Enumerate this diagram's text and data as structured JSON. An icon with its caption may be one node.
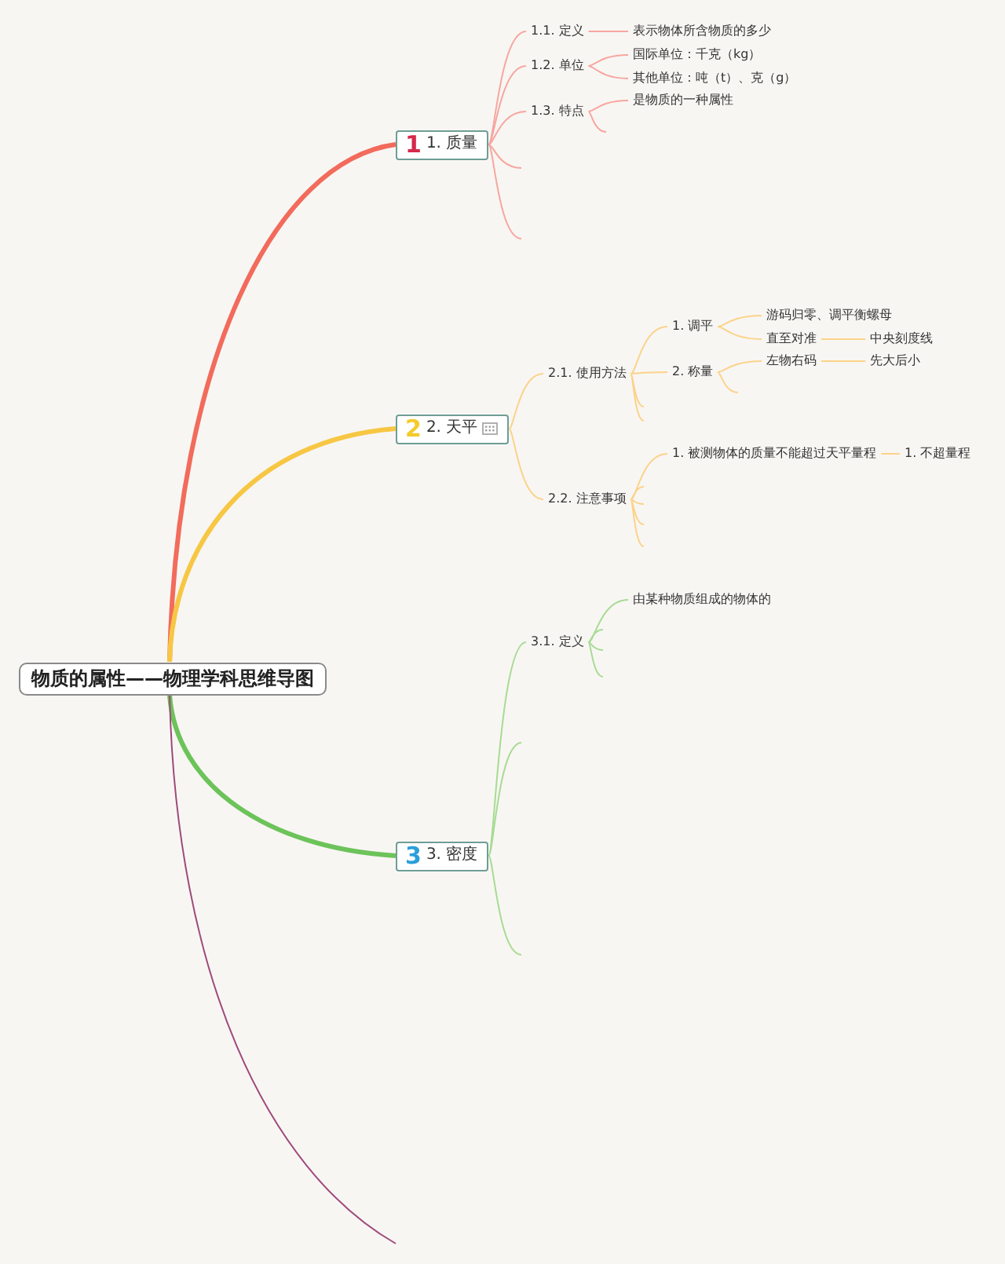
{
  "diagram": {
    "nodes": [
      {
        "text": [
          "物质的属性——物理学科思维导图"
        ]
      },
      {
        "text": [
          "1",
          "1. 质量"
        ]
      },
      {
        "text": [
          "1.1. 定义"
        ]
      },
      {
        "text": [
          "表示物体所含物质的多少"
        ]
      },
      {
        "text": [
          "1.2. 单位"
        ]
      },
      {
        "text": [
          "国际单位：千克（kg）"
        ]
      },
      {
        "text": [
          "其他单位：吨（t）、克（g）"
        ]
      },
      {
        "text": [
          "1.3. 特点"
        ]
      },
      {
        "text": [
          "是物质的一种属性"
        ]
      },
      {
        "text": [
          "2",
          "2. 天平"
        ]
      },
      {
        "text": [
          "2.1. 使用方法"
        ]
      },
      {
        "text": [
          "1. 调平"
        ]
      },
      {
        "text": [
          "游码归零、调平衡螺母"
        ]
      },
      {
        "text": [
          "直至对准"
        ]
      },
      {
        "text": [
          "中央刻度线"
        ]
      },
      {
        "text": [
          "2. 称量"
        ]
      },
      {
        "text": [
          "左物右码"
        ]
      },
      {
        "text": [
          "先大后小"
        ]
      },
      {
        "text": [
          "2.2. 注意事项"
        ]
      },
      {
        "text": [
          "1. 被测物体的质量不能超过天平量程"
        ]
      },
      {
        "text": [
          "1. 不超量程"
        ]
      },
      {
        "text": [
          "3",
          "3. 密度"
        ]
      },
      {
        "text": [
          "3.1. 定义"
        ]
      },
      {
        "text": [
          "由某种物质组成的物体的"
        ]
      }
    ],
    "edges": [
      {
        "from": 0,
        "to": 1,
        "arrow": "none",
        "style": "thick",
        "color": "#f26b5b"
      },
      {
        "from": 0,
        "to": 9,
        "arrow": "none",
        "style": "thick",
        "color": "#f7c744"
      },
      {
        "from": 0,
        "to": 21,
        "arrow": "none",
        "style": "thick",
        "color": "#6cc35a"
      },
      {
        "from": 0,
        "to": null,
        "arrow": "none",
        "color": "#9e4a7a"
      },
      {
        "from": 1,
        "to": 2,
        "arrow": "none",
        "color": "#f7a6a0"
      },
      {
        "from": 1,
        "to": 4,
        "arrow": "none",
        "color": "#f7a6a0"
      },
      {
        "from": 1,
        "to": 7,
        "arrow": "none",
        "color": "#f7a6a0"
      },
      {
        "from": 1,
        "to": null,
        "arrow": "none",
        "color": "#f7a6a0"
      },
      {
        "from": 1,
        "to": null,
        "arrow": "none",
        "color": "#f7a6a0"
      },
      {
        "from": 2,
        "to": 3,
        "arrow": "none",
        "color": "#f7a6a0"
      },
      {
        "from": 4,
        "to": 5,
        "arrow": "none",
        "color": "#f7a6a0"
      },
      {
        "from": 4,
        "to": 6,
        "arrow": "none",
        "color": "#f7a6a0"
      },
      {
        "from": 7,
        "to": 8,
        "arrow": "none",
        "color": "#f7a6a0"
      },
      {
        "from": 7,
        "to": null,
        "arrow": "none",
        "color": "#f7a6a0"
      },
      {
        "from": 9,
        "to": 10,
        "arrow": "none",
        "color": "#fbd389"
      },
      {
        "from": 9,
        "to": 18,
        "arrow": "none",
        "color": "#fbd389"
      },
      {
        "from": 10,
        "to": 11,
        "arrow": "none",
        "color": "#fbd389"
      },
      {
        "from": 10,
        "to": 15,
        "arrow": "none",
        "color": "#fbd389"
      },
      {
        "from": 10,
        "to": null,
        "arrow": "none",
        "color": "#fbd389"
      },
      {
        "from": 10,
        "to": null,
        "arrow": "none",
        "color": "#fbd389"
      },
      {
        "from": 11,
        "to": 12,
        "arrow": "none",
        "color": "#fbd389"
      },
      {
        "from": 11,
        "to": 13,
        "arrow": "none",
        "color": "#fbd389"
      },
      {
        "from": 13,
        "to": 14,
        "arrow": "none",
        "color": "#fbd389"
      },
      {
        "from": 15,
        "to": 16,
        "arrow": "none",
        "color": "#fbd389"
      },
      {
        "from": 15,
        "to": null,
        "arrow": "none",
        "color": "#fbd389"
      },
      {
        "from": 16,
        "to": 17,
        "arrow": "none",
        "color": "#fbd389"
      },
      {
        "from": 18,
        "to": 19,
        "arrow": "none",
        "color": "#fbd389"
      },
      {
        "from": 18,
        "to": null,
        "arrow": "none",
        "color": "#fbd389"
      },
      {
        "from": 18,
        "to": null,
        "arrow": "none",
        "color": "#fbd389"
      },
      {
        "from": 18,
        "to": null,
        "arrow": "none",
        "color": "#fbd389"
      },
      {
        "from": 18,
        "to": null,
        "arrow": "none",
        "color": "#fbd389"
      },
      {
        "from": 19,
        "to": 20,
        "arrow": "none",
        "color": "#fbd389"
      },
      {
        "from": 21,
        "to": 22,
        "arrow": "none",
        "color": "#a6dc92"
      },
      {
        "from": 21,
        "to": null,
        "arrow": "none",
        "color": "#a6dc92"
      },
      {
        "from": 21,
        "to": null,
        "arrow": "none",
        "color": "#a6dc92"
      },
      {
        "from": 22,
        "to": 23,
        "arrow": "none",
        "color": "#a6dc92"
      },
      {
        "from": 22,
        "to": null,
        "arrow": "none",
        "color": "#a6dc92"
      },
      {
        "from": 22,
        "to": null,
        "arrow": "none",
        "color": "#a6dc92"
      },
      {
        "from": 22,
        "to": null,
        "arrow": "none",
        "color": "#a6dc92"
      }
    ]
  }
}
